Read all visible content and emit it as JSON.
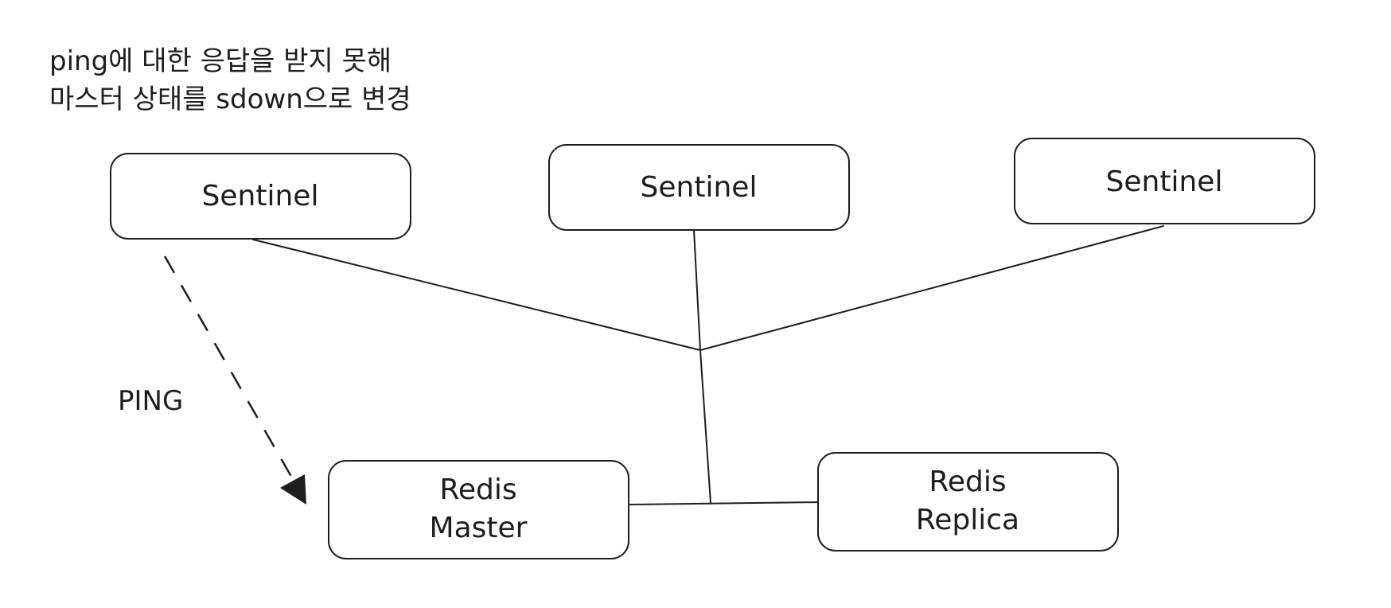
{
  "note": {
    "lines": [
      "ping에 대한 응답을 받지 못해",
      "마스터 상태를 sdown으로 변경"
    ]
  },
  "nodes": {
    "sentinel_1": {
      "label": "Sentinel"
    },
    "sentinel_2": {
      "label": "Sentinel"
    },
    "sentinel_3": {
      "label": "Sentinel"
    },
    "master": {
      "label_lines": [
        "Redis",
        "Master"
      ]
    },
    "replica": {
      "label_lines": [
        "Redis",
        "Replica"
      ]
    }
  },
  "edges": {
    "ping": {
      "label": "PING",
      "style": "dashed"
    }
  },
  "colors": {
    "stroke": "#1e1e1e",
    "background": "#ffffff"
  }
}
